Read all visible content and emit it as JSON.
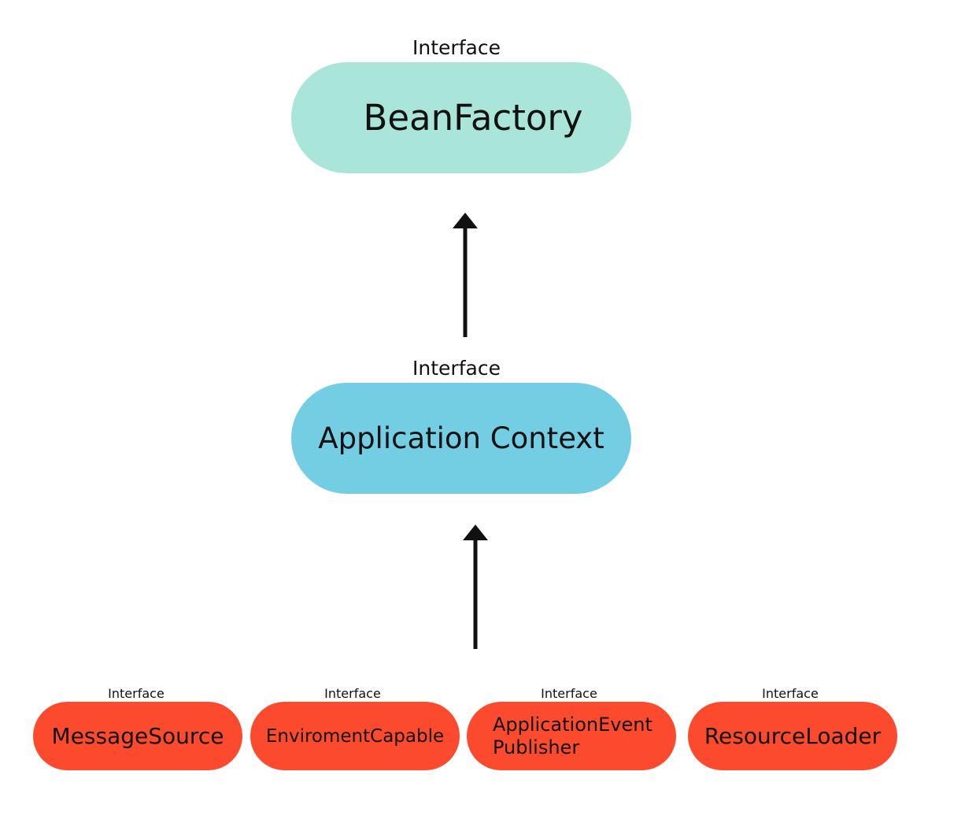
{
  "colors": {
    "bean_factory_fill": "#a9e5d9",
    "application_context_fill": "#73cee4",
    "sub_interface_fill": "#fc4a2f",
    "arrow": "#111111"
  },
  "top": {
    "label": "Interface",
    "name": "BeanFactory"
  },
  "middle": {
    "label": "Interface",
    "name": "Application Context"
  },
  "bottom": [
    {
      "label": "Interface",
      "name": "MessageSource"
    },
    {
      "label": "Interface",
      "name": "EnviromentCapable"
    },
    {
      "label": "Interface",
      "name_line1": "ApplicationEvent",
      "name_line2": "Publisher"
    },
    {
      "label": "Interface",
      "name": "ResourceLoader"
    }
  ]
}
